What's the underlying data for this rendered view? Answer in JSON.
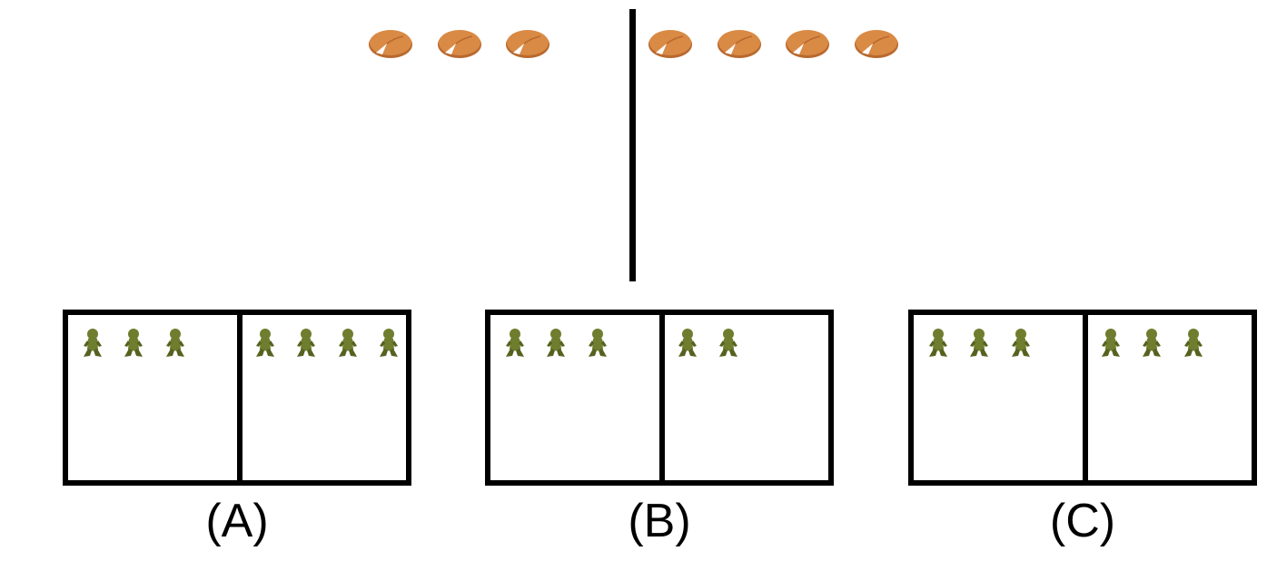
{
  "top": {
    "left_cookies": 3,
    "right_cookies": 4,
    "item_icon": "fortune-cookie-icon",
    "divider_icon": "vertical-divider"
  },
  "options": [
    {
      "label": "(A)",
      "left_count": 3,
      "right_count": 4
    },
    {
      "label": "(B)",
      "left_count": 3,
      "right_count": 2
    },
    {
      "label": "(C)",
      "left_count": 3,
      "right_count": 3
    }
  ],
  "box_item_icon": "frog-icon",
  "colors": {
    "cookie": "#d98a45",
    "cookie_shade": "#b9692e",
    "frog": "#6f7d2e",
    "frog_dark": "#55621f",
    "line": "#000000"
  }
}
